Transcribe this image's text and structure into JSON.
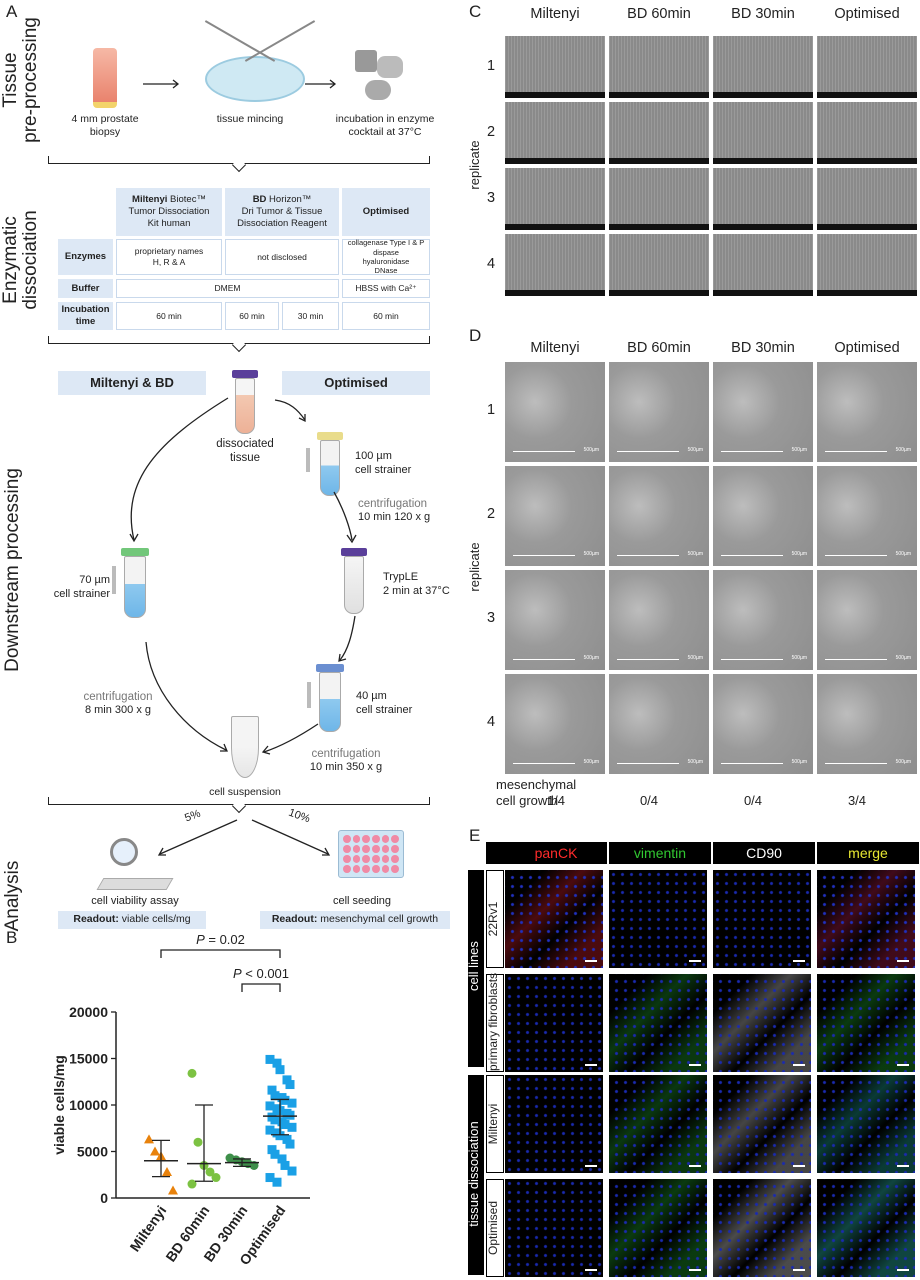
{
  "panels": {
    "A": "A",
    "B": "B",
    "C": "C",
    "D": "D",
    "E": "E"
  },
  "section_labels": {
    "tissue": "Tissue\npre-processing",
    "enzymatic": "Enzymatic\ndissociation",
    "downstream": "Downstream processing",
    "analysis": "Analysis"
  },
  "preprocessing": {
    "step1": "4 mm prostate\nbiopsy",
    "step2": "tissue mincing",
    "step3": "incubation in enzyme\ncocktail at 37°C"
  },
  "table": {
    "head_miltenyi_bold": "Miltenyi",
    "head_miltenyi_rest": " Biotec™\nTumor Dissociation\nKit human",
    "head_bd_bold": "BD",
    "head_bd_rest": " Horizon™\nDri Tumor & Tissue\nDissociation Reagent",
    "head_opt": "Optimised",
    "row_enzymes": "Enzymes",
    "enz_miltenyi": "proprietary names\nH, R & A",
    "enz_bd": "not disclosed",
    "enz_opt": "collagenase Type I & P\ndispase\nhyaluronidase\nDNase",
    "row_buffer": "Buffer",
    "buf_dmem": "DMEM",
    "buf_hbss": "HBSS with Ca²⁺",
    "row_incubation": "Incubation\ntime",
    "inc1": "60 min",
    "inc2": "60 min",
    "inc3": "30 min",
    "inc4": "60 min"
  },
  "downstream": {
    "left_box": "Miltenyi & BD",
    "right_box": "Optimised",
    "dissociated": "dissociated\ntissue",
    "strainer100": "100 µm\ncell strainer",
    "centri1": "centrifugation",
    "centri1b": "10 min 120 x g",
    "tryple": "TrypLE\n2 min at 37°C",
    "strainer70": "70 µm\ncell strainer",
    "strainer40": "40 µm\ncell strainer",
    "centri2": "centrifugation",
    "centri2b": "8 min 300 x g",
    "centri3": "centrifugation",
    "centri3b": "10 min 350 x g",
    "suspension": "cell suspension"
  },
  "analysis": {
    "pct5": "5%",
    "pct10": "10%",
    "viability": "cell viability assay",
    "seeding": "cell seeding",
    "readout_label": "Readout:",
    "readout1": " viable cells/mg",
    "readout2": " mesenchymal cell growth"
  },
  "chart_data": {
    "type": "scatter",
    "ylabel": "viable cells/mg",
    "ylim": [
      0,
      20000
    ],
    "yticks": [
      "0",
      "5000",
      "10000",
      "15000",
      "20000"
    ],
    "categories": [
      "Miltenyi",
      "BD 60min",
      "BD 30min",
      "Optimised"
    ],
    "series": [
      {
        "name": "Miltenyi",
        "color": "#e8820c",
        "marker": "triangle",
        "values": [
          6300,
          5000,
          4500,
          2800,
          800
        ],
        "median": 4000,
        "iqr": [
          2300,
          6200
        ]
      },
      {
        "name": "BD 60min",
        "color": "#7cc242",
        "marker": "circle",
        "values": [
          13400,
          6000,
          3500,
          2800,
          2200,
          1500
        ],
        "median": 3700,
        "iqr": [
          1800,
          10000
        ]
      },
      {
        "name": "BD 30min",
        "color": "#3e8f4a",
        "marker": "circle",
        "values": [
          4300,
          4100,
          3900,
          3700,
          3500
        ],
        "median": 3800,
        "iqr": [
          3400,
          4200
        ]
      },
      {
        "name": "Optimised",
        "color": "#1aa0e6",
        "marker": "square",
        "values": [
          14900,
          14500,
          13800,
          12700,
          12200,
          11600,
          11000,
          10800,
          10500,
          10200,
          9900,
          9600,
          9400,
          9100,
          8900,
          8700,
          8400,
          8200,
          7900,
          7600,
          7300,
          7000,
          6700,
          6300,
          5800,
          5200,
          4700,
          4200,
          3500,
          2900,
          2200,
          1700
        ],
        "median": 8800,
        "iqr": [
          6800,
          10600
        ]
      }
    ],
    "annotations": [
      {
        "text_italic": "P",
        "text": " = 0.02"
      },
      {
        "text_italic": "P",
        "text": " < 0.001"
      }
    ]
  },
  "panelC": {
    "cols": [
      "Miltenyi",
      "BD 60min",
      "BD 30min",
      "Optimised"
    ],
    "rows": [
      "1",
      "2",
      "3",
      "4"
    ],
    "ylabel": "replicate"
  },
  "panelD": {
    "cols": [
      "Miltenyi",
      "BD 60min",
      "BD 30min",
      "Optimised"
    ],
    "rows": [
      "1",
      "2",
      "3",
      "4"
    ],
    "ylabel": "replicate",
    "scale": "500µm",
    "growth_label": "mesenchymal\ncell growth",
    "growth": [
      "1/4",
      "0/4",
      "0/4",
      "3/4"
    ]
  },
  "panelE": {
    "cols": [
      "panCK",
      "vimentin",
      "CD90",
      "merge"
    ],
    "col_colors": [
      "#ff2b2b",
      "#31c831",
      "#ffffff",
      "#e8e832"
    ],
    "rows": [
      "22Rv1",
      "primary fibroblasts",
      "Miltenyi",
      "Optimised"
    ],
    "group1": "cell lines",
    "group2": "tissue dissociation"
  }
}
